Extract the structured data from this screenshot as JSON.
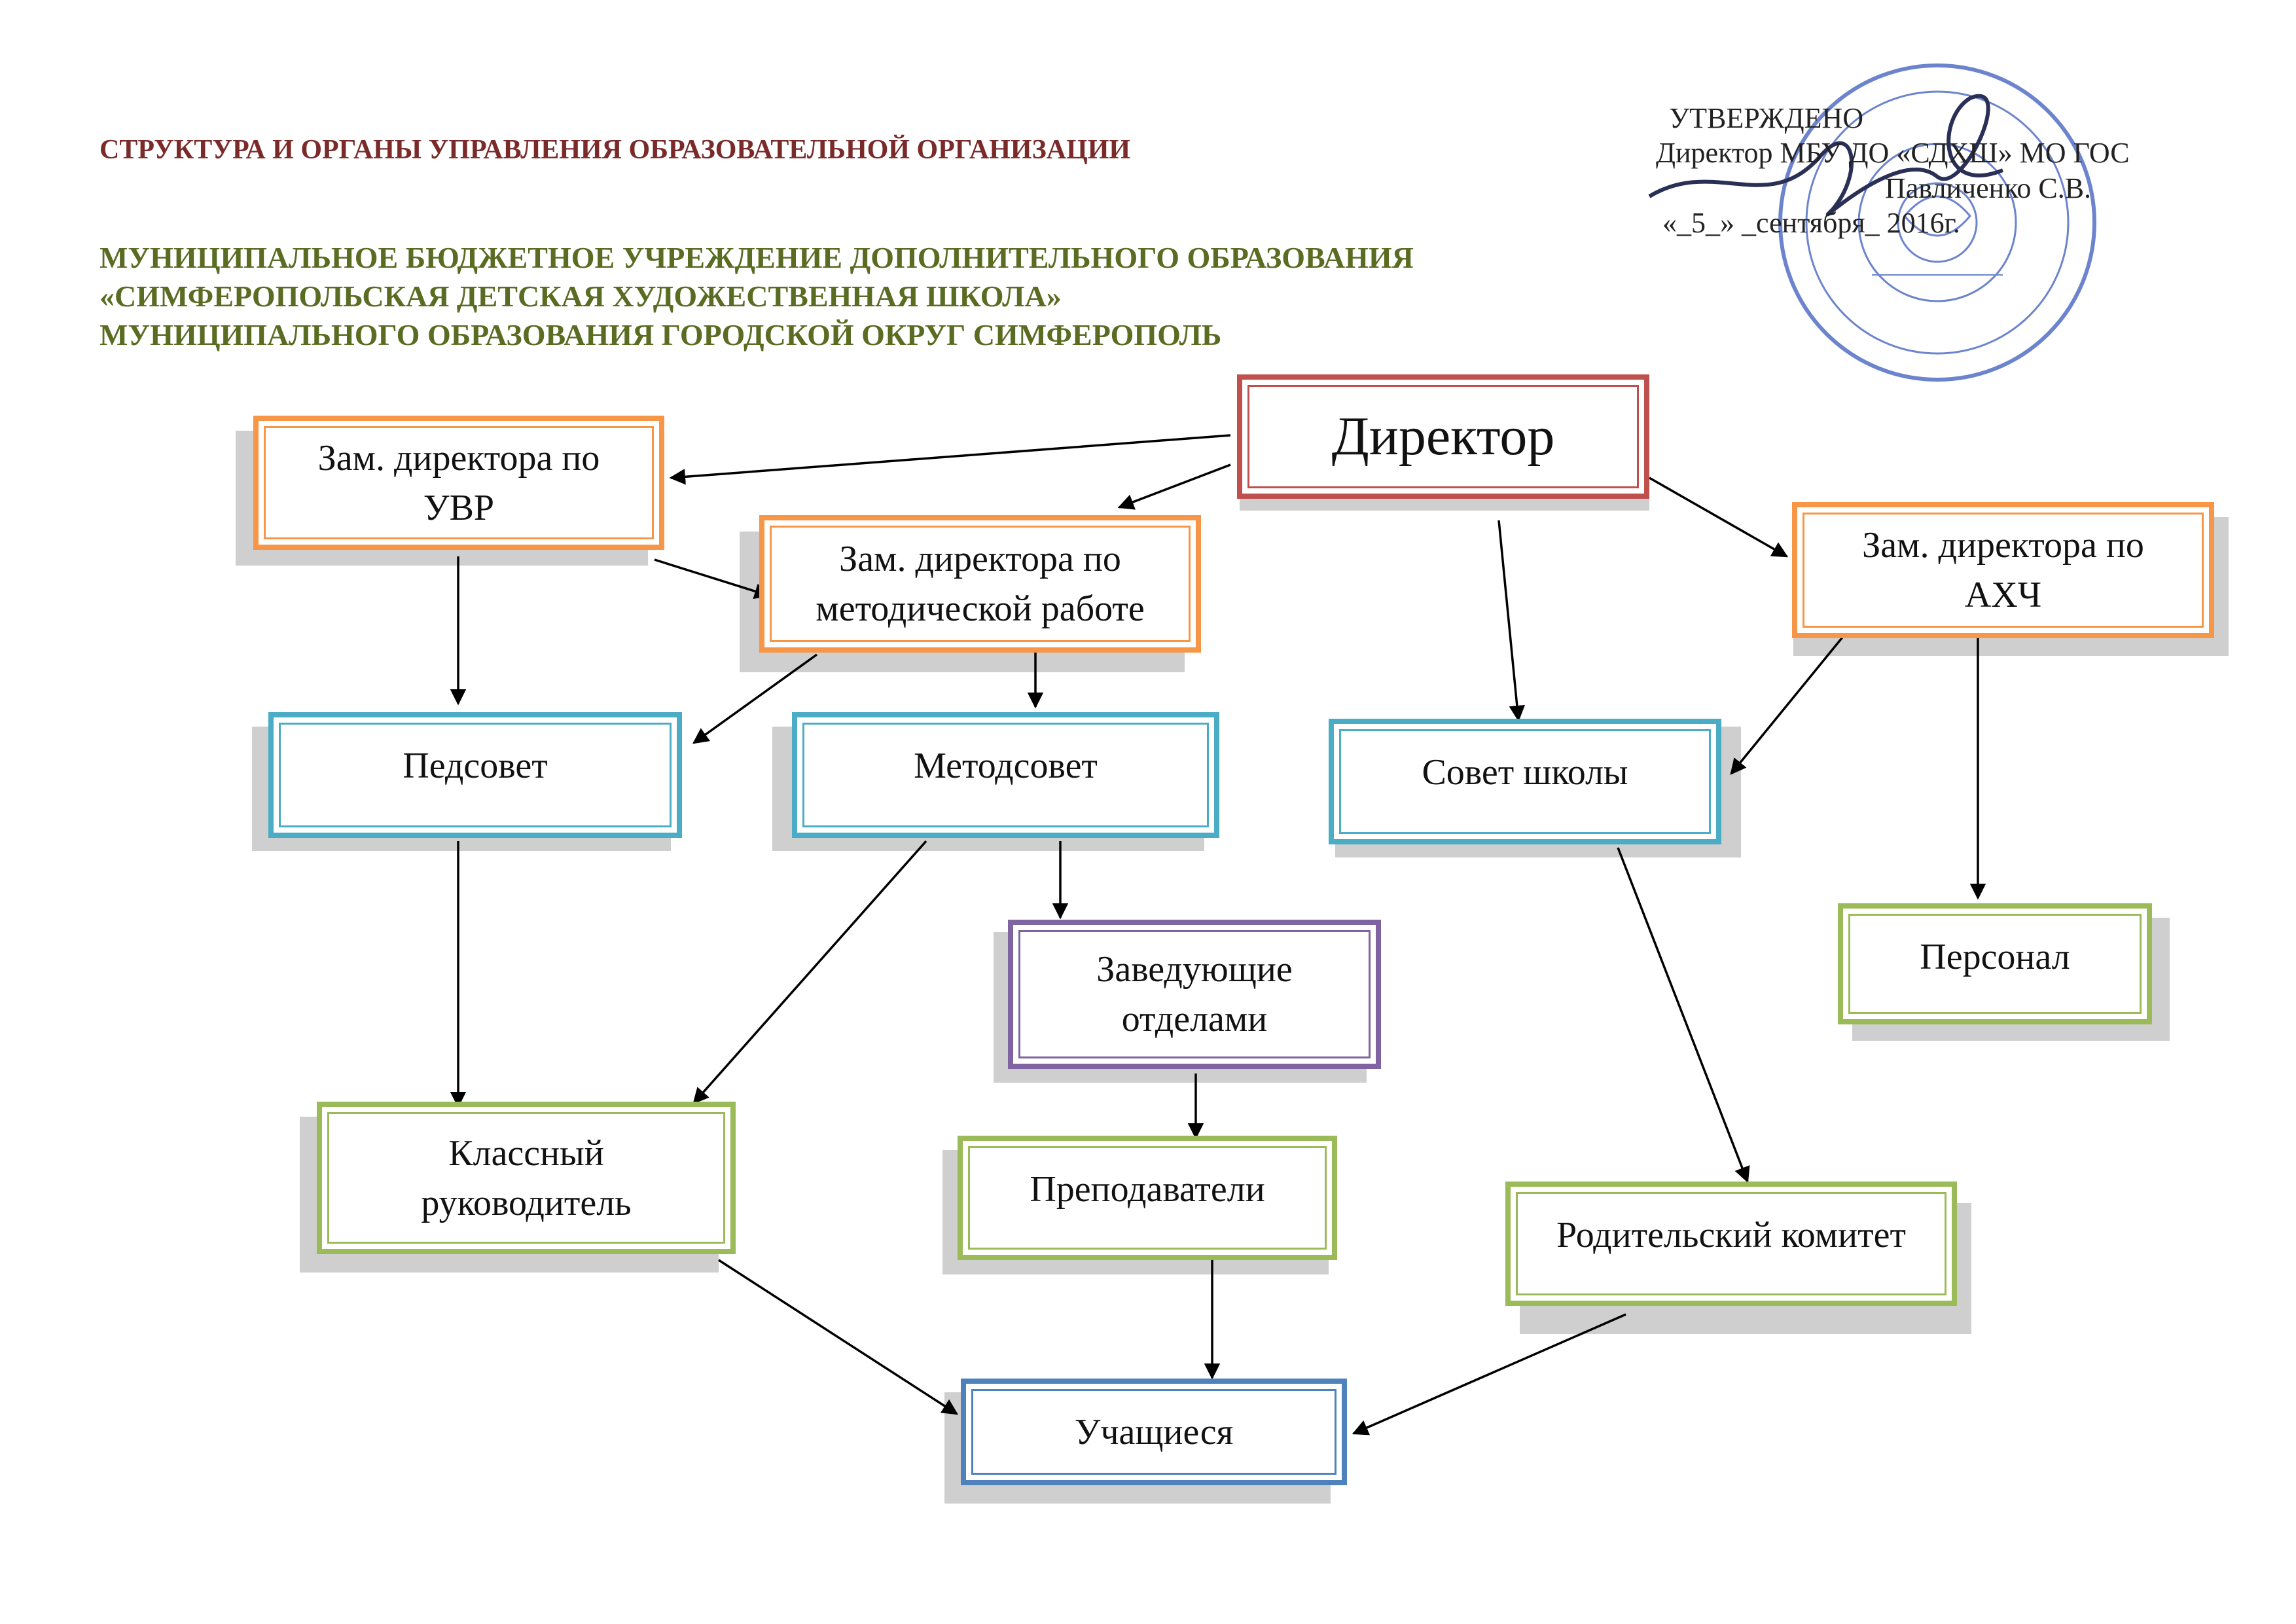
{
  "header": {
    "title": "СТРУКТУРА И ОРГАНЫ УПРАВЛЕНИЯ ОБРАЗОВАТЕЛЬНОЙ ОРГАНИЗАЦИИ",
    "org_line1": "МУНИЦИПАЛЬНОЕ БЮДЖЕТНОЕ УЧРЕЖДЕНИЕ ДОПОЛНИТЕЛЬНОГО ОБРАЗОВАНИЯ",
    "org_line2": "«СИМФЕРОПОЛЬСКАЯ ДЕТСКАЯ ХУДОЖЕСТВЕННАЯ ШКОЛА»",
    "org_line3": "МУНИЦИПАЛЬНОГО ОБРАЗОВАНИЯ ГОРОДСКОЙ ОКРУГ СИМФЕРОПОЛЬ"
  },
  "approval": {
    "line1": "УТВЕРЖДЕНО",
    "line2": "Директор МБУ ДО «СДХШ» МО ГОС",
    "line3": "Павличенко С.В.",
    "line4": "«_5_» _сентября_ 2016г."
  },
  "colors": {
    "red": "#c0504d",
    "orange": "#f79646",
    "teal": "#4bacc6",
    "purple": "#8064a2",
    "green": "#9bbb59",
    "blue": "#4f81bd",
    "stamp": "#3b5bbd"
  },
  "nodes": {
    "director": "Директор",
    "deputy_uvr": "Зам. директора по УВР",
    "deputy_method": "Зам. директора по методической работе",
    "deputy_ahch": "Зам. директора по АХЧ",
    "pedsovet": "Педсовет",
    "metodsovet": "Методсовет",
    "school_council": "Совет школы",
    "personnel": "Персонал",
    "dept_heads": "Заведующие отделами",
    "class_teacher": "Классный руководитель",
    "teachers": "Преподаватели",
    "parent_committee": "Родительский комитет",
    "students": "Учащиеся"
  }
}
